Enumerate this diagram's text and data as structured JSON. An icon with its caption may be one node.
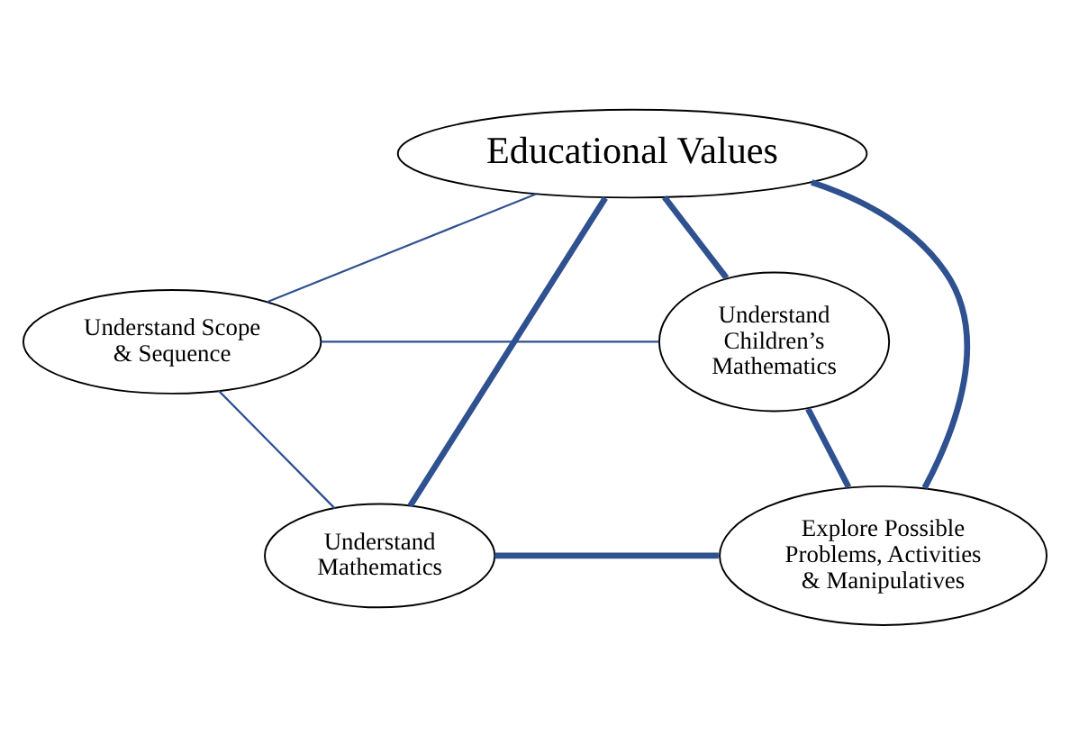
{
  "diagram": {
    "nodes": [
      {
        "text": [
          "Educational Values"
        ]
      },
      {
        "text": [
          "Understand Scope & Sequence"
        ]
      },
      {
        "text": [
          "Understand Children’s Mathematics"
        ]
      },
      {
        "text": [
          "Understand Mathematics"
        ]
      },
      {
        "text": [
          "Explore Possible Problems, Activities & Manipulatives"
        ]
      }
    ],
    "edges": [
      {
        "from": 0,
        "to": 3,
        "arrow": "none"
      },
      {
        "from": 0,
        "to": 1,
        "arrow": "none"
      },
      {
        "from": 1,
        "to": 3,
        "arrow": "none"
      },
      {
        "from": 0,
        "to": 4,
        "arrow": "none"
      },
      {
        "from": 0,
        "to": 2,
        "arrow": "none"
      },
      {
        "from": 1,
        "to": 2,
        "arrow": "none"
      },
      {
        "from": 2,
        "to": 4,
        "arrow": "none"
      },
      {
        "from": 3,
        "to": 4,
        "arrow": "none"
      }
    ]
  }
}
